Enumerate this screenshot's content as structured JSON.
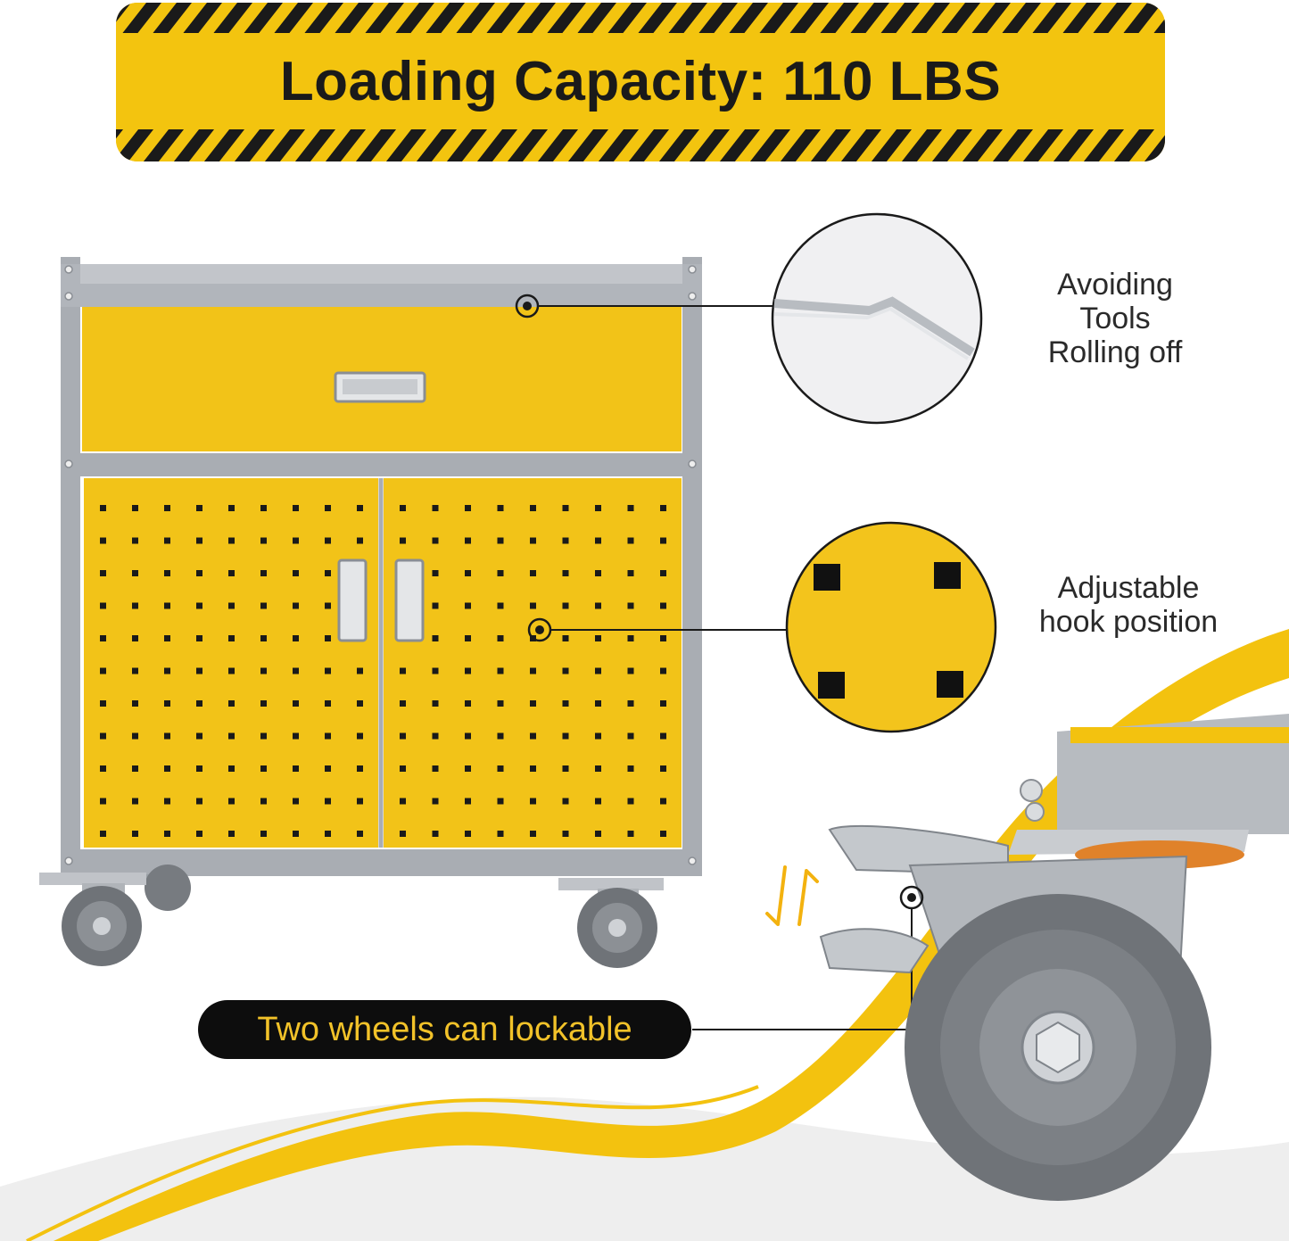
{
  "banner": {
    "title": "Loading Capacity:  110 LBS",
    "color_yellow": "#f3c40f",
    "color_stripe": "#1a1a1a"
  },
  "callouts": [
    {
      "lines": [
        "Avoiding",
        "Tools",
        "Rolling off"
      ]
    },
    {
      "lines": [
        "Adjustable",
        "hook position"
      ]
    }
  ],
  "wheel_label": "Two wheels can lockable",
  "icons": {
    "lock_toggle": "up-down-arrows-icon"
  },
  "colors": {
    "cabinet_yellow": "#f2c318",
    "frame_gray": "#a9adb3",
    "label_text": "#f2c229"
  }
}
